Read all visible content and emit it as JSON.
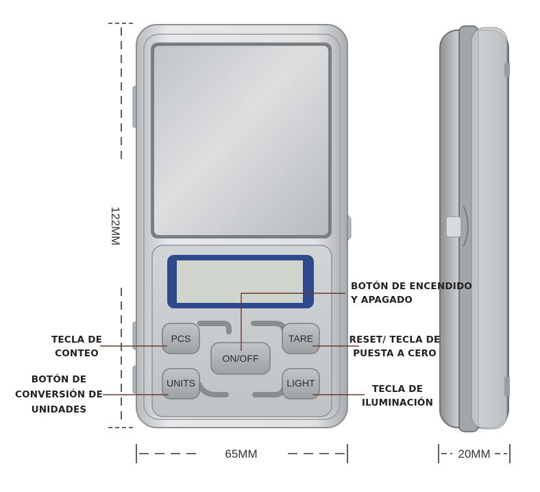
{
  "dimensions": {
    "height": "122MM",
    "width": "65MM",
    "depth": "20MM"
  },
  "keys": {
    "pcs": "PCS",
    "tare": "TARE",
    "onoff": "ON/OFF",
    "units": "UNITS",
    "light": "LIGHT"
  },
  "callouts": {
    "power": [
      "BOTÓN DE ENCENDIDO",
      "Y APAGADO"
    ],
    "count": [
      "TECLA DE",
      "CONTEO"
    ],
    "reset": [
      "RESET/ TECLA DE",
      "PUESTA A CERO"
    ],
    "units": [
      "BOTÓN DE",
      "CONVERSIÓN DE",
      "UNIDADES"
    ],
    "light": [
      "TECLA DE",
      "ILUMINACIÓN"
    ]
  },
  "colors": {
    "body": "#c9cccf",
    "tray": "#d4d6d8",
    "lcd": "#cfd4cc",
    "lcd_frame": "#2f4a8c",
    "key": "#a9acae",
    "line": "#6a3a2a",
    "dim": "#333333"
  }
}
